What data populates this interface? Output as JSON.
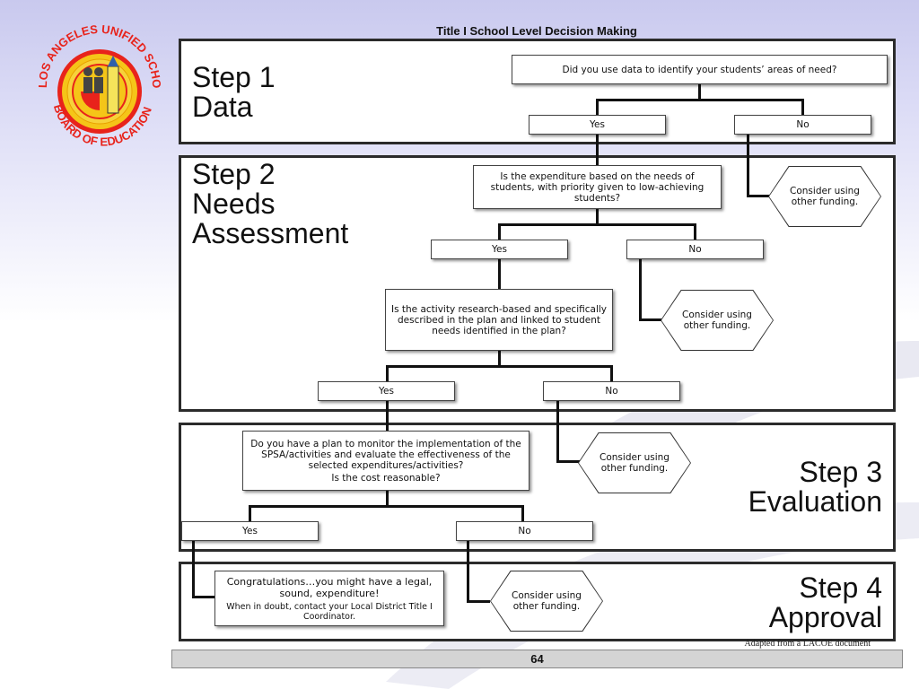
{
  "title": "Title I School Level Decision Making",
  "logo": {
    "text_top": "LOS ANGELES UNIFIED SCHOOL DISTRICT",
    "text_bottom": "BOARD OF EDUCATION",
    "colors": {
      "ring": "#e8231b",
      "gold": "#f5c518",
      "text": "#e8231b"
    }
  },
  "steps": [
    {
      "line1": "Step 1",
      "line2": "Data"
    },
    {
      "line1": "Step 2",
      "line2": "Needs",
      "line3": "Assessment"
    },
    {
      "line1": "Step 3",
      "line2": "Evaluation"
    },
    {
      "line1": "Step 4",
      "line2": "Approval"
    }
  ],
  "questions": {
    "q1": "Did you use data to identify your students’ areas of need?",
    "q2": "Is the expenditure based on the needs of students, with priority given to low-achieving students?",
    "q3": "Is the activity research-based and specifically described in the plan and linked to student needs identified in the plan?",
    "q4": "Do you have a plan to monitor the implementation of the SPSA/activities and evaluate the effectiveness of the selected expenditures/activities?",
    "q4b": "Is the cost reasonable?"
  },
  "answers": {
    "yes": "Yes",
    "no": "No"
  },
  "consider": "Consider using other funding.",
  "congrats": {
    "main": "Congratulations…you might have a legal, sound, expenditure!",
    "sub": "When in doubt, contact your Local District Title I Coordinator."
  },
  "credit": "Adapted from a LACOE document",
  "page_number": "64"
}
